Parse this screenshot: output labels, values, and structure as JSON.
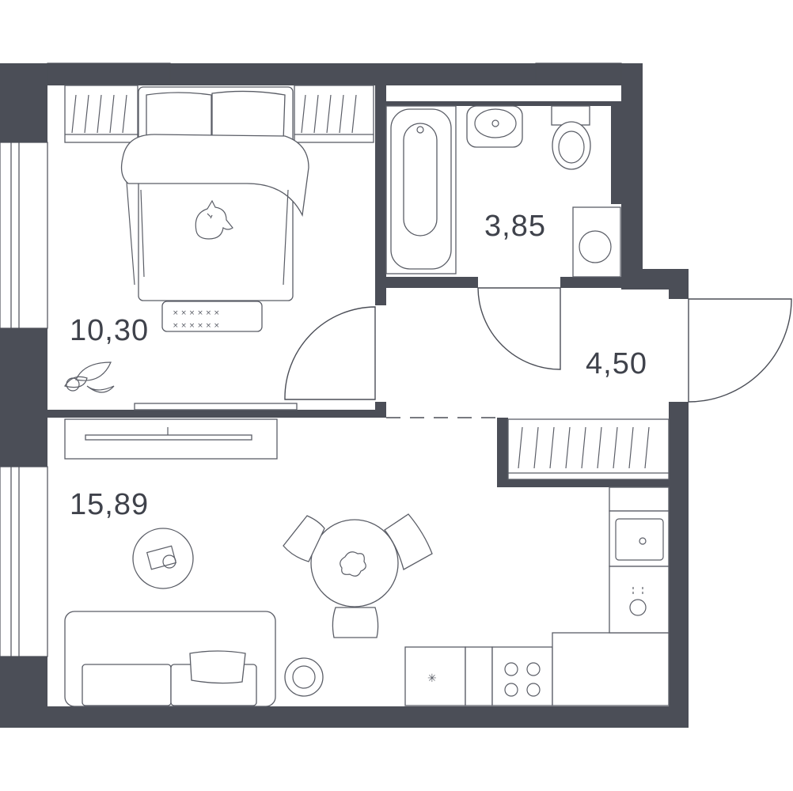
{
  "rooms": [
    {
      "id": "bedroom",
      "area": "10,30"
    },
    {
      "id": "bathroom",
      "area": "3,85"
    },
    {
      "id": "hallway",
      "area": "4,50"
    },
    {
      "id": "living-kitchen",
      "area": "15,89"
    }
  ],
  "colors": {
    "wall": "#4b4e57",
    "background": "#ffffff",
    "text": "#3f424b"
  }
}
